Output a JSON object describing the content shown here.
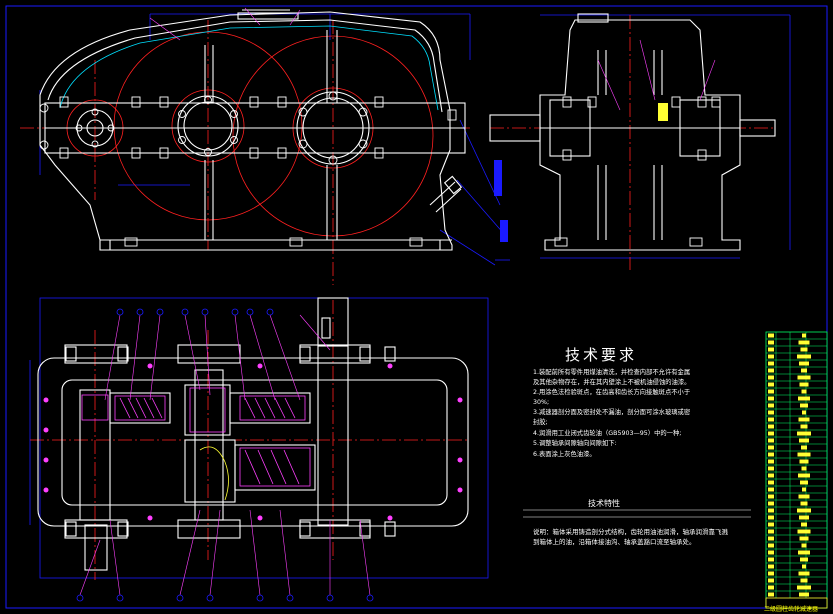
{
  "drawing": {
    "colors": {
      "outline": "#ffffff",
      "frame": "#1a1aff",
      "centerline": "#ff2020",
      "hidden": "#ff40ff",
      "title_block": "#ffff33",
      "title_block_grid": "#00ff66",
      "hatch": "#ff40ff",
      "accent": "#00e0ff"
    }
  },
  "technical_requirements": {
    "title": "技术要求",
    "items": [
      "1.装配前所有零件用煤油清洗，并检查内部不允许有金属及其他杂物存在，并在其内壁涂上不被机油侵蚀的油漆。",
      "2.用涂色法检验斑点，在齿高和齿长方向接触斑点不小于30%;",
      "3.减速器剖分面及密封处不漏油，剖分面可涂水玻璃或密封胶;",
      "4.润滑用工业闭式齿轮油（GB5903—95）中的一种;",
      "5.调整轴承间隙轴向间隙如下:",
      "6.表面涂上灰色油漆。"
    ]
  },
  "technical_features": {
    "title": "技术特性"
  },
  "remark": {
    "text": "说明：箱体采用铸造剖分式结构，齿轮用油池润滑，轴承润滑靠飞溅到箱体上的油，沿箱体接油沟、轴承盖豁口流至轴承处。"
  },
  "title_block": {
    "label": "二级圆柱齿轮减速器"
  }
}
